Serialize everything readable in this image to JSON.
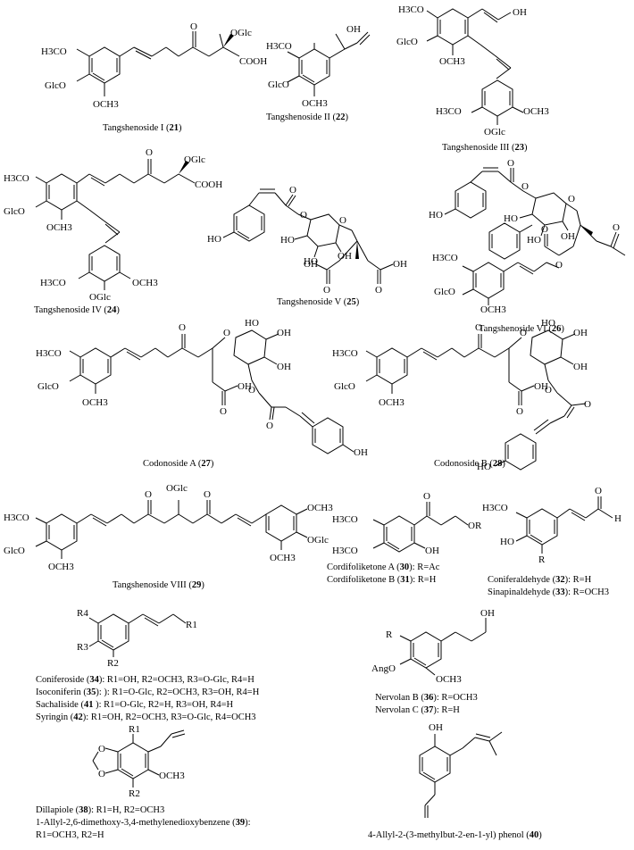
{
  "compounds": [
    {
      "id": "21",
      "name": "Tangshenoside I",
      "caption": "Tangshenoside I",
      "number": "21",
      "groups": [
        "H3CO",
        "GlcO",
        "OCH3",
        "OGlc",
        "O",
        "COOH"
      ]
    },
    {
      "id": "22",
      "name": "Tangshenoside II",
      "caption": "Tangshenoside II",
      "number": "22",
      "groups": [
        "H3CO",
        "GlcO",
        "OCH3",
        "OH"
      ]
    },
    {
      "id": "23",
      "name": "Tangshenoside III",
      "caption": "Tangshenoside III",
      "number": "23",
      "groups": [
        "H3CO",
        "GlcO",
        "OCH3",
        "OH",
        "H3CO",
        "OGlc",
        "OCH3"
      ]
    },
    {
      "id": "24",
      "name": "Tangshenoside IV",
      "caption": "Tangshenoside IV",
      "number": "24",
      "groups": [
        "H3CO",
        "GlcO",
        "OCH3",
        "OGlc",
        "O",
        "COOH",
        "H3CO",
        "OGlc",
        "OCH3"
      ]
    },
    {
      "id": "25",
      "name": "Tangshenoside V",
      "caption": "Tangshenoside V",
      "number": "25",
      "groups": [
        "HO",
        "O",
        "O",
        "HO",
        "HO",
        "OH",
        "O",
        "O",
        "OH",
        "O",
        "OH"
      ]
    },
    {
      "id": "26",
      "name": "Tangshenoside VI",
      "caption": "Tangshenoside VI",
      "number": "26",
      "groups": [
        "HO",
        "O",
        "O",
        "HO",
        "HO",
        "OH",
        "O",
        "O",
        "H3CO",
        "GlcO",
        "OCH3",
        "O",
        "O"
      ]
    },
    {
      "id": "27",
      "name": "Codonoside A",
      "caption": "Codonoside A",
      "number": "27",
      "groups": [
        "H3CO",
        "GlcO",
        "OCH3",
        "O",
        "O",
        "OH",
        "OH",
        "HO",
        "O",
        "OH",
        "O",
        "O",
        "OH"
      ]
    },
    {
      "id": "28",
      "name": "Codonoside B",
      "caption": "Codonoside B",
      "number": "28",
      "groups": [
        "H3CO",
        "GlcO",
        "OCH3",
        "O",
        "O",
        "OH",
        "OH",
        "HO",
        "O",
        "OH",
        "O",
        "O",
        "HO"
      ]
    },
    {
      "id": "29",
      "name": "Tangshenoside VIII",
      "caption": "Tangshenoside VIII",
      "number": "29",
      "groups": [
        "H3CO",
        "GlcO",
        "OCH3",
        "OGlc",
        "O",
        "O",
        "OCH3",
        "OGlc",
        "OCH3"
      ]
    }
  ],
  "captions": {
    "c30": {
      "text": "Cordifoliketone A (",
      "num": "30",
      "rest": "): R=Ac"
    },
    "c31": {
      "text": "Cordifoliketone B (",
      "num": "31",
      "rest": "): R=H"
    },
    "c32": {
      "text": "Coniferaldehyde (",
      "num": "32",
      "rest": "): R=H"
    },
    "c33": {
      "text": "Sinapinaldehyde (",
      "num": "33",
      "rest": "): R=OCH3"
    },
    "c34": {
      "text": "Coniferoside (",
      "num": "34",
      "rest": "): R1=OH, R2=OCH3, R3=O-Glc, R4=H"
    },
    "c35": {
      "text": "Isoconiferin (",
      "num": "35",
      "rest": "): ): R1=O-Glc, R2=OCH3, R3=OH, R4=H"
    },
    "c41": {
      "text": "Sachaliside (",
      "num": "41",
      "rest": " ): R1=O-Glc, R2=H, R3=OH, R4=H"
    },
    "c42": {
      "text": "Syringin (",
      "num": "42",
      "rest": "): R1=OH, R2=OCH3, R3=O-Glc, R4=OCH3"
    },
    "c36": {
      "text": "Nervolan B (",
      "num": "36",
      "rest": "): R=OCH3"
    },
    "c37": {
      "text": "Nervolan C (",
      "num": "37",
      "rest": "): R=H"
    },
    "c38": {
      "text": "Dillapiole (",
      "num": "38",
      "rest": "): R1=H, R2=OCH3"
    },
    "c39a": {
      "text": "1-Allyl-2,6-dimethoxy-3,4-methylenedioxybenzene (",
      "num": "39",
      "rest": "):"
    },
    "c39b": {
      "text": "R1=OCH3, R2=H"
    },
    "c40": {
      "text": "4-Allyl-2-(3-methylbut-2-en-1-yl) phenol (",
      "num": "40",
      "rest": ")"
    }
  },
  "labels": {
    "s30": [
      "H3CO",
      "H3CO",
      "O",
      "OR",
      "OH"
    ],
    "s32": [
      "H3CO",
      "HO",
      "R",
      "O",
      "H"
    ],
    "s34": [
      "R4",
      "R3",
      "R2",
      "R1"
    ],
    "s36": [
      "R",
      "AngO",
      "OCH3",
      "OH"
    ],
    "s38": [
      "R1",
      "O",
      "O",
      "R2",
      "OCH3"
    ],
    "s40": [
      "OH"
    ]
  }
}
